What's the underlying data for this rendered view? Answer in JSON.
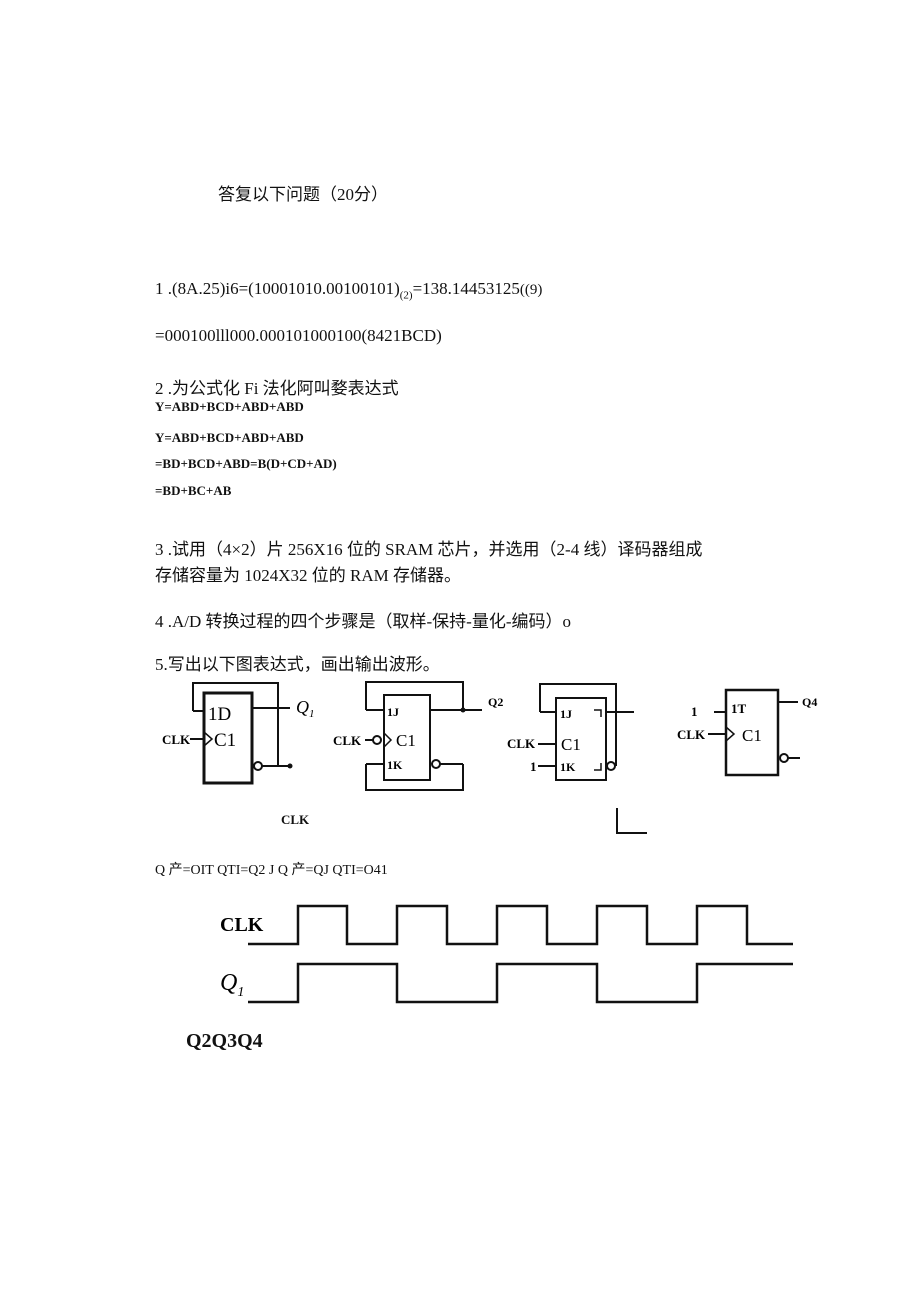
{
  "heading": "答复以下问题（20分）",
  "q1": {
    "line1_pre": "1   .(8A.25)i6=(10001010.00100101)",
    "line1_sub": "(2)",
    "line1_post": "=138.14453125",
    "line1_tail": "((9)",
    "line2": "=000100lll000.000101000100(8421BCD)"
  },
  "q2": {
    "title": "2   .为公式化 Fi 法化阿叫婺表达式",
    "lines": [
      "Y=ABD+BCD+ABD+ABD",
      "Y=ABD+BCD+ABD+ABD",
      "=BD+BCD+ABD=B(D+CD+AD)",
      "=BD+BC+AB"
    ]
  },
  "q3": {
    "line1": "3   .试用（4×2）片 256X16 位的 SRAM 芯片，并选用（2-4 线）译码器组成",
    "line2": "存储容量为 1024X32 位的 RAM 存储器。"
  },
  "q4": "4   .A/D 转换过程的四个步骤是（取样-保持-量化-编码）o",
  "q5": {
    "title": "5.写出以下图表达式，画出输出波形。",
    "clk_caption": "CLK",
    "equations": "Q 产=OIT QTI=Q2 J Q 产=QJ QTI=O41",
    "bottom_label": "Q2Q3Q4"
  },
  "circuits": {
    "ff1": {
      "d": "1D",
      "c": "C1",
      "clk": "CLK",
      "q": "Q",
      "qsub": "1"
    },
    "ff2": {
      "j": "1J",
      "c": "C1",
      "k": "1K",
      "clk": "CLK",
      "q": "Q2"
    },
    "ff3": {
      "j": "1J",
      "c": "C1",
      "k": "1K",
      "clk": "CLK",
      "one": "1"
    },
    "ff4": {
      "t": "1T",
      "c": "C1",
      "clk": "CLK",
      "one": "1",
      "q": "Q4"
    }
  },
  "waveform": {
    "clk_label": "CLK",
    "q_label": "Q",
    "q_sub": "1"
  }
}
